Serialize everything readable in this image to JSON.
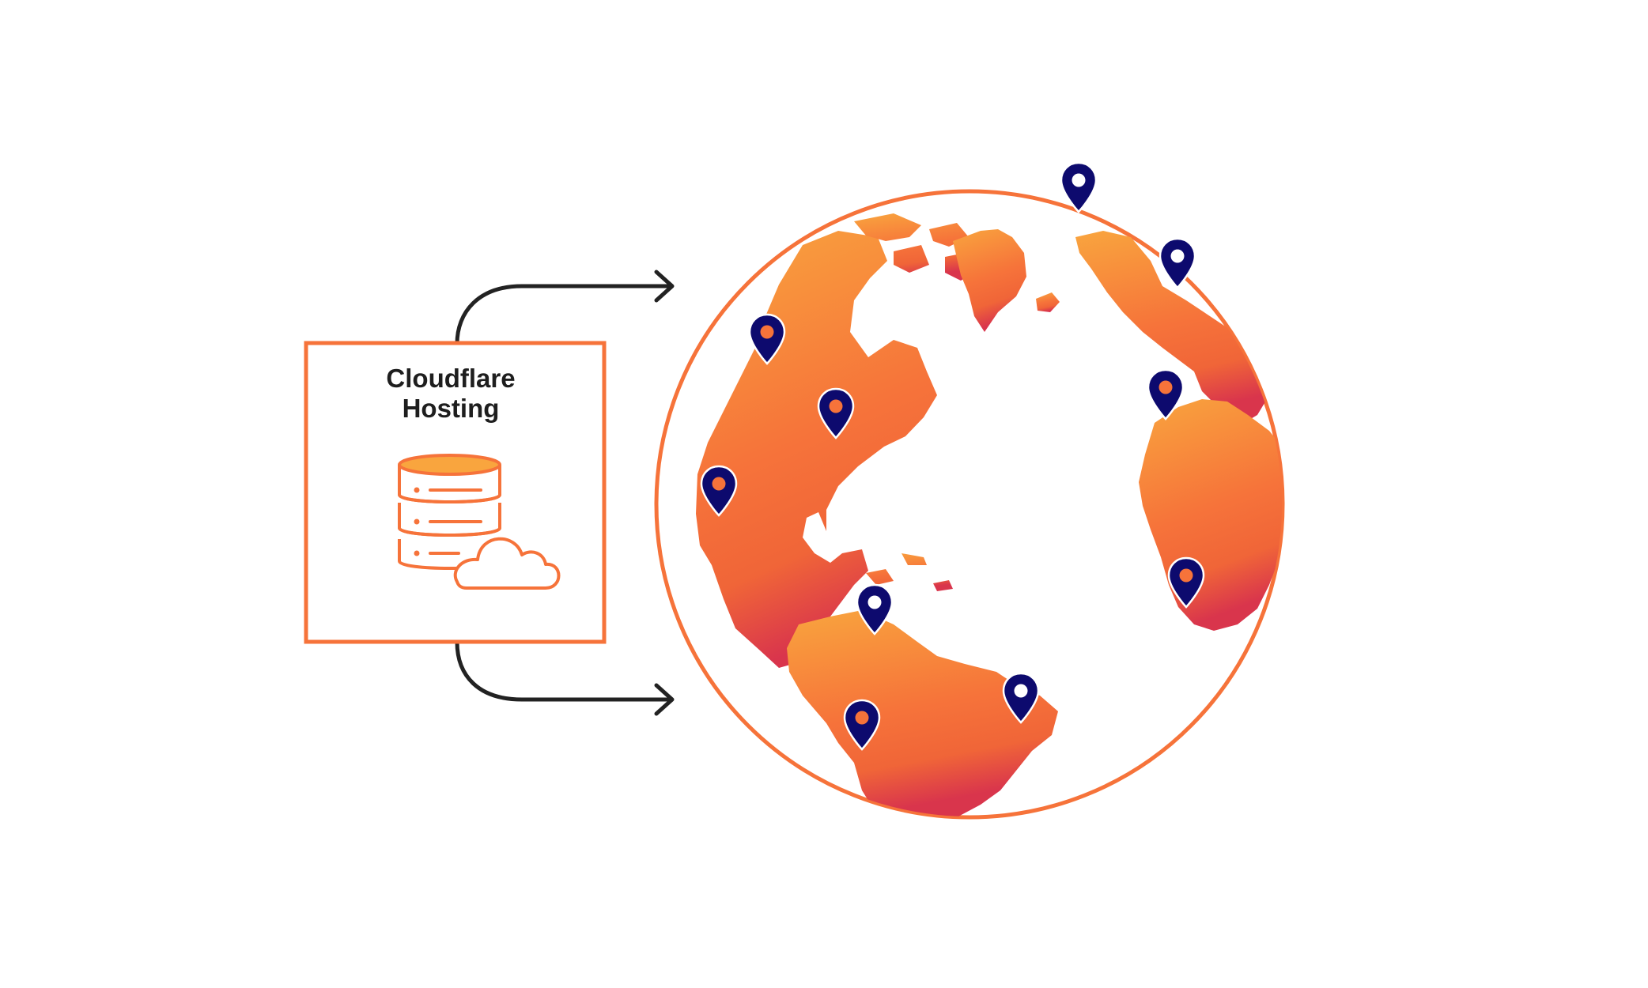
{
  "hosting_box": {
    "title_line1": "Cloudflare",
    "title_line2": "Hosting",
    "icon": "database-cloud-icon"
  },
  "connectors": [
    {
      "name": "upper-arrow",
      "icon": "arrow-right-icon"
    },
    {
      "name": "lower-arrow",
      "icon": "arrow-right-icon"
    }
  ],
  "globe": {
    "icon": "globe-icon",
    "view": "americas-africa-europe"
  },
  "location_pins": [
    {
      "name": "pin-greenland",
      "style": "white-dot"
    },
    {
      "name": "pin-northern-europe",
      "style": "white-dot"
    },
    {
      "name": "pin-north-america-west",
      "style": "orange-dot"
    },
    {
      "name": "pin-north-america-east",
      "style": "orange-dot"
    },
    {
      "name": "pin-mexico",
      "style": "orange-dot"
    },
    {
      "name": "pin-west-africa",
      "style": "orange-dot"
    },
    {
      "name": "pin-south-africa",
      "style": "orange-dot"
    },
    {
      "name": "pin-colombia",
      "style": "white-dot"
    },
    {
      "name": "pin-brazil-east",
      "style": "white-dot"
    },
    {
      "name": "pin-south-america-south",
      "style": "orange-dot"
    }
  ],
  "colors": {
    "accent_orange": "#F6733A",
    "land_gradient_top": "#F9A53E",
    "land_gradient_mid": "#F6733A",
    "land_gradient_bottom": "#D9354C",
    "pin_navy": "#0D0A6E",
    "arrow_dark": "#222222"
  }
}
